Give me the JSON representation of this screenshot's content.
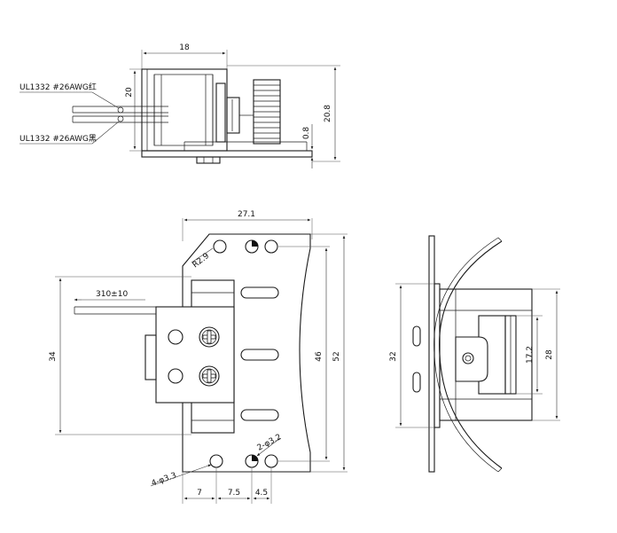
{
  "wires": {
    "red_label": "UL1332 #26AWG红",
    "black_label": "UL1332 #26AWG黑"
  },
  "dims": {
    "top_width": "18",
    "top_height_left": "20",
    "top_height_right": "20.8",
    "top_small": "0.8",
    "front_width": "27.1",
    "front_radius": "R2.9",
    "wire_length": "310±10",
    "front_height_left": "34",
    "front_height_inner": "46",
    "front_height_outer": "52",
    "holes_two": "2-φ3.2",
    "holes_four": "4-φ3.3",
    "bottom_a": "7",
    "bottom_b": "7.5",
    "bottom_c": "4.5",
    "side_height_left": "32",
    "side_inner": "17.2",
    "side_right": "28"
  }
}
